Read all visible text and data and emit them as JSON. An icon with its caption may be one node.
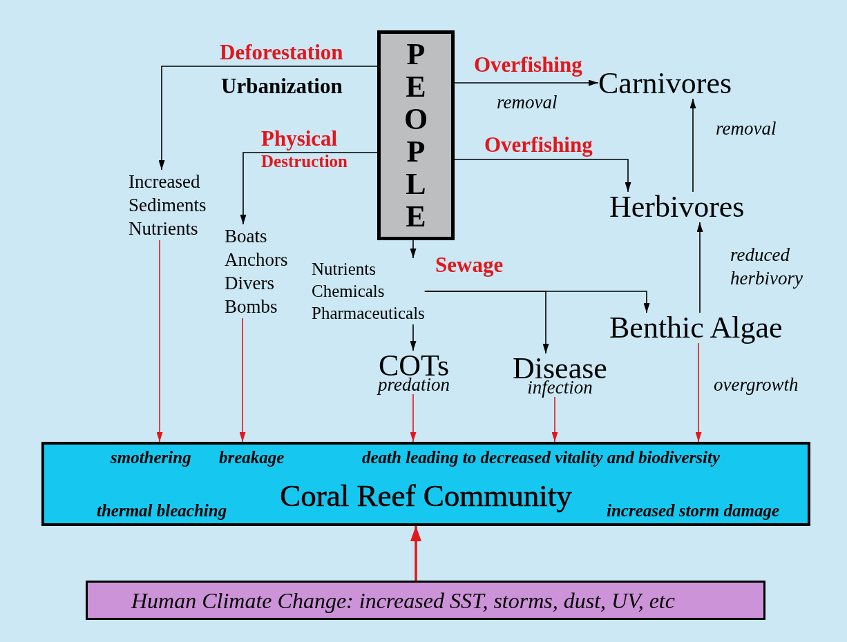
{
  "diagram": {
    "nodes": [
      {
        "text": [
          "PEOPLE"
        ]
      },
      {
        "text": [
          "Carnivores"
        ]
      },
      {
        "text": [
          "Herbivores"
        ]
      },
      {
        "text": [
          "Increased Sediments Nutrients"
        ]
      },
      {
        "text": [
          "Boats Anchors Divers Bombs"
        ]
      },
      {
        "text": [
          "Nutrients Chemicals Pharmaceuticals"
        ]
      },
      {
        "text": [
          "Benthic Algae"
        ]
      },
      {
        "text": [
          "COTs"
        ],
        "beside": [
          "predation"
        ]
      },
      {
        "text": [
          "Disease"
        ],
        "beside": [
          "infection"
        ]
      },
      {
        "text": [
          "smothering",
          "breakage",
          "death leading to decreased vitality and biodiversity",
          "Coral Reef Community",
          "thermal bleaching",
          "increased storm damage"
        ]
      },
      {
        "text": [
          "Human Climate Change: increased SST, storms, dust, UV, etc"
        ]
      }
    ],
    "edges": [
      {
        "from": 0,
        "to": 3,
        "arrow": "to",
        "label": "Deforestation"
      },
      {
        "from": 0,
        "to": 4,
        "arrow": "to",
        "label": "Physical Destruction"
      },
      {
        "from": 0,
        "to": 1,
        "arrow": "to",
        "label": "Overfishing"
      },
      {
        "from": 0,
        "to": 2,
        "arrow": "to",
        "label": "Overfishing"
      },
      {
        "from": 0,
        "to": 5,
        "arrow": "to",
        "label": "Sewage"
      },
      {
        "from": 5,
        "to": 7,
        "arrow": "to"
      },
      {
        "from": 5,
        "to": 8,
        "arrow": "to"
      },
      {
        "from": 5,
        "to": 6,
        "arrow": "to"
      },
      {
        "from": 6,
        "to": 2,
        "arrow": "to",
        "label": "reduced herbivory"
      },
      {
        "from": 2,
        "to": 1,
        "arrow": "to",
        "label": "removal"
      },
      {
        "from": 3,
        "to": 9,
        "arrow": "to",
        "color": "#e3161b"
      },
      {
        "from": 4,
        "to": 9,
        "arrow": "to",
        "color": "#e3161b"
      },
      {
        "from": 7,
        "to": 9,
        "arrow": "to",
        "color": "#e3161b"
      },
      {
        "from": 8,
        "to": 9,
        "arrow": "to",
        "color": "#e3161b"
      },
      {
        "from": 6,
        "to": 9,
        "arrow": "to",
        "label": "overgrowth",
        "color": "#e3161b"
      },
      {
        "from": 10,
        "to": 9,
        "arrow": "to",
        "style": "thick",
        "color": "#e3161b"
      }
    ],
    "labels": [
      "Urbanization",
      "removal"
    ]
  }
}
